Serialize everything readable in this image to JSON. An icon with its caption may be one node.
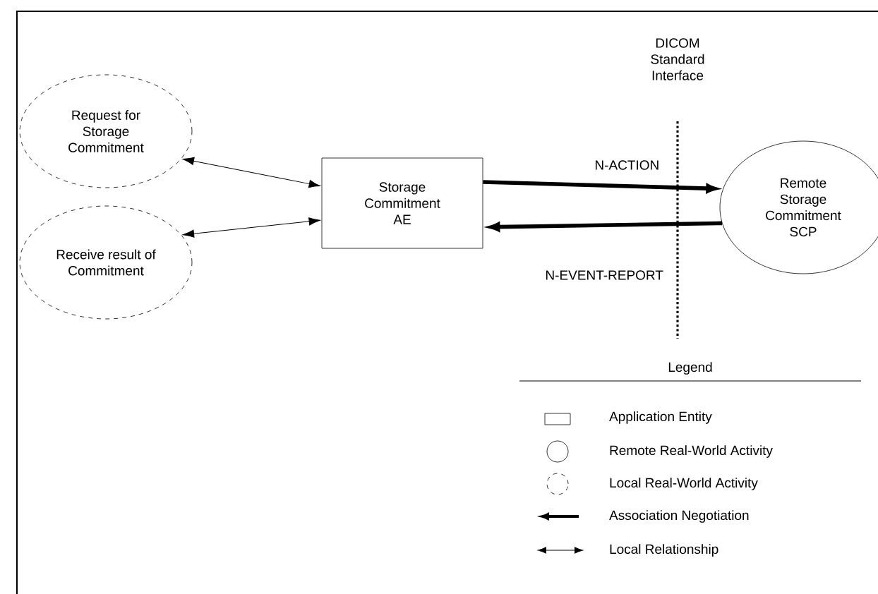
{
  "diagram": {
    "nodes": [
      {
        "text": [
          "Request for Storage Commitment"
        ]
      },
      {
        "text": [
          "Receive result of Commitment"
        ]
      },
      {
        "text": [
          "Storage Commitment AE"
        ]
      },
      {
        "text": [
          "Remote Storage Commitment SCP"
        ]
      }
    ],
    "edges": [
      {
        "from": 0,
        "to": 2,
        "arrow": "both"
      },
      {
        "from": 1,
        "to": 2,
        "arrow": "both"
      },
      {
        "from": 2,
        "to": 3,
        "arrow": "to",
        "label": "N-ACTION",
        "style": "thick"
      },
      {
        "from": 3,
        "to": 2,
        "arrow": "to",
        "label": "N-EVENT-REPORT",
        "style": "thick"
      }
    ],
    "labels": [
      "DICOM Standard Interface",
      "Legend"
    ],
    "legend": [
      {
        "text": "Application Entity"
      },
      {
        "text": "Remote Real-World Activity"
      },
      {
        "text": "Local Real-World Activity"
      },
      {
        "text": "Association Negotiation"
      },
      {
        "text": "Local Relationship"
      }
    ]
  }
}
